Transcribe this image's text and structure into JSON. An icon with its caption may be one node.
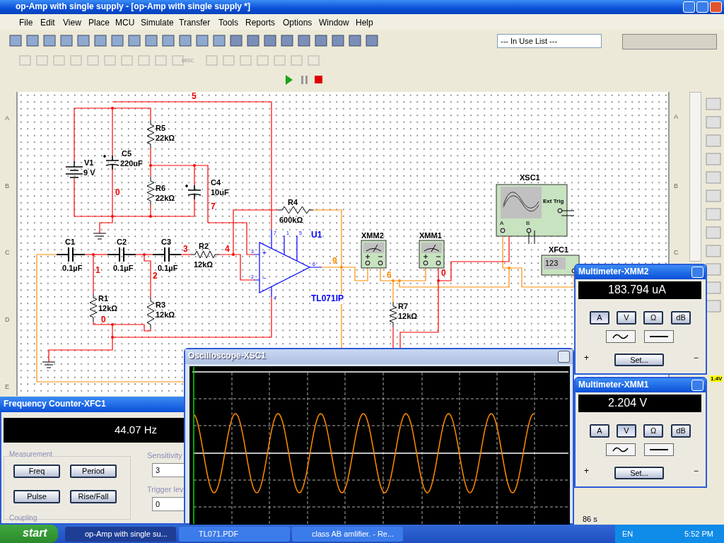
{
  "diagram": {
    "labels": [
      "op-Amp with single supply - [op-Amp with single supply *]",
      "File",
      "Edit",
      "View",
      "Place",
      "MCU",
      "Simulate",
      "Transfer",
      "Tools",
      "Reports",
      "Options",
      "Window",
      "Help",
      "--- In Use List ---",
      "MISC",
      "A",
      "B",
      "C",
      "D",
      "E",
      "A",
      "B",
      "C",
      "5",
      "R5",
      "22kΩ",
      "V1",
      "9 V",
      "C5",
      "220uF",
      "0",
      "R6",
      "22kΩ",
      "C4",
      "10uF",
      "7",
      "R4",
      "600kΩ",
      "C1",
      "0.1µF",
      "C2",
      "0.1µF",
      "C3",
      "0.1µF",
      "3",
      "R2",
      "12kΩ",
      "4",
      "1",
      "2",
      "R1",
      "12kΩ",
      "0",
      "R3",
      "12kΩ",
      "U1",
      "TL071IP",
      "9",
      "7",
      "1",
      "5",
      "3",
      "2",
      "6",
      "4",
      "+",
      "−",
      "XMM2",
      "XMM1",
      "6",
      "0",
      "XSC1",
      "A",
      "B",
      "Ext Trig",
      "XFC1",
      "123",
      "R7",
      "12kΩ",
      "Multimeter-XMM2",
      "183.794 uA",
      "A",
      "V",
      "Ω",
      "dB",
      "Set...",
      "Multimeter-XMM1",
      "2.204 V",
      "A",
      "V",
      "Ω",
      "dB",
      "Set...",
      "Frequency Counter-XFC1",
      "44.07 Hz",
      "Measurement",
      "Freq",
      "Period",
      "Pulse",
      "Rise/Fall",
      "Sensitivity",
      "3",
      "Trigger lev",
      "0",
      "Coupling",
      "Oscilloscope-XSC1",
      "86 s",
      "1.4V",
      "start",
      "op-Amp with single su...",
      "TL071.PDF",
      "class AB amlifier. - Re...",
      "EN",
      "5:52 PM",
      "+",
      "−",
      "+",
      "−"
    ]
  }
}
